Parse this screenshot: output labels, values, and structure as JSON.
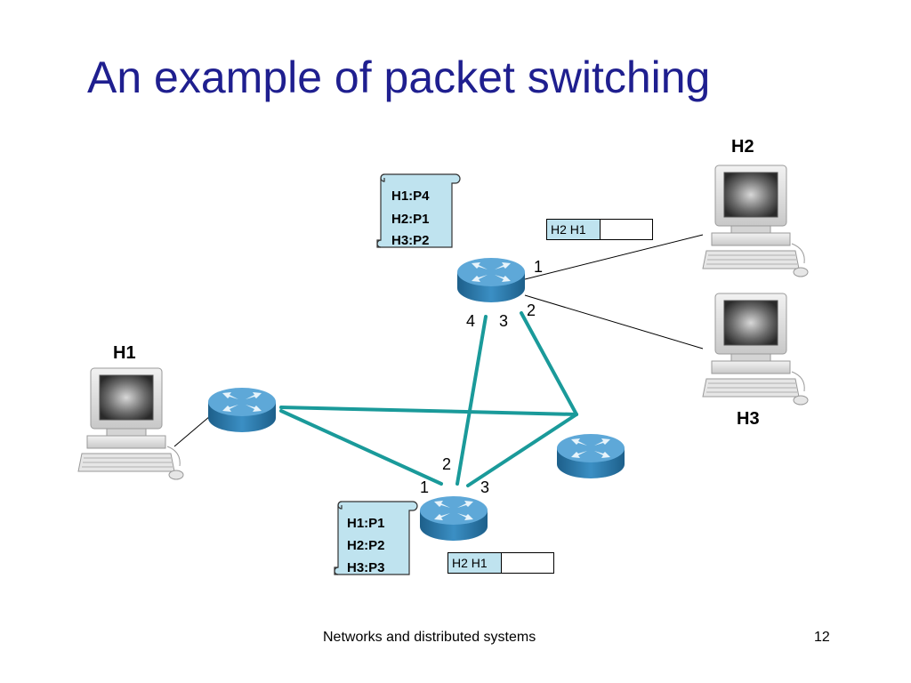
{
  "title": "An example of packet switching",
  "hosts": {
    "h1": "H1",
    "h2": "H2",
    "h3": "H3"
  },
  "top_switch": {
    "table": [
      "H1:P4",
      "H2:P1",
      "H3:P2"
    ],
    "ports": {
      "p1": "1",
      "p2": "2",
      "p3": "3",
      "p4": "4"
    },
    "packet": {
      "header": "H2 H1"
    }
  },
  "bottom_switch": {
    "table": [
      "H1:P1",
      "H2:P2",
      "H3:P3"
    ],
    "ports": {
      "p1": "1",
      "p2": "2",
      "p3": "3"
    },
    "packet": {
      "header": "H2 H1"
    }
  },
  "footer": {
    "text": "Networks and distributed systems",
    "page_number": "12"
  },
  "colors": {
    "title": "#1f1f8f",
    "link": "#1a9a9a",
    "router": "#2f7fb2",
    "packet_header": "#bfe3ef"
  }
}
